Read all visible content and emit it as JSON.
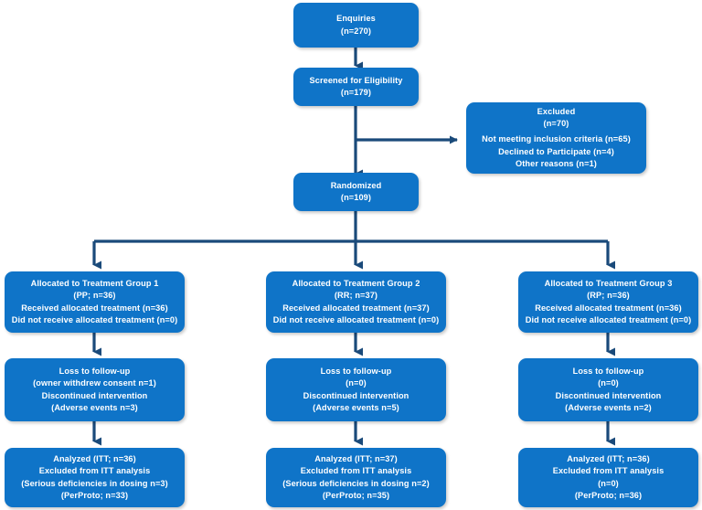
{
  "diagram": {
    "title": "CONSORT participant flow diagram",
    "colors": {
      "box_fill": "#0f74c8",
      "box_text": "#ffffff",
      "connector": "#1a4a7a",
      "background": "#ffffff"
    },
    "nodes": [
      {
        "id": "enquiries",
        "name": "enquiries-box",
        "lines": [
          "Enquiries",
          "(n=270)"
        ]
      },
      {
        "id": "screened",
        "name": "screened-for-eligibility-box",
        "lines": [
          "Screened for Eligibility",
          "(n=179)"
        ]
      },
      {
        "id": "excluded",
        "name": "excluded-box",
        "lines": [
          "Excluded",
          "(n=70)",
          "",
          "Not meeting inclusion criteria (n=65)",
          "Declined to Participate (n=4)",
          "Other reasons (n=1)"
        ]
      },
      {
        "id": "randomized",
        "name": "randomized-box",
        "lines": [
          "Randomized",
          "(n=109)"
        ]
      },
      {
        "id": "alloc1",
        "name": "allocation-group-1-box",
        "lines": [
          "Allocated to Treatment Group 1",
          "(PP; n=36)",
          "Received allocated treatment (n=36)",
          "Did not receive allocated treatment (n=0)"
        ]
      },
      {
        "id": "alloc2",
        "name": "allocation-group-2-box",
        "lines": [
          "Allocated to Treatment Group 2",
          "(RR; n=37)",
          "Received allocated treatment (n=37)",
          "Did not receive allocated treatment (n=0)"
        ]
      },
      {
        "id": "alloc3",
        "name": "allocation-group-3-box",
        "lines": [
          "Allocated to Treatment Group 3",
          "(RP; n=36)",
          "Received allocated treatment (n=36)",
          "Did not receive allocated treatment (n=0)"
        ]
      },
      {
        "id": "follow1",
        "name": "followup-group-1-box",
        "lines": [
          "Loss to follow-up",
          "(owner withdrew consent n=1)",
          "Discontinued intervention",
          "(Adverse events n=3)"
        ]
      },
      {
        "id": "follow2",
        "name": "followup-group-2-box",
        "lines": [
          "Loss to follow-up",
          "(n=0)",
          "Discontinued intervention",
          "(Adverse events n=5)"
        ]
      },
      {
        "id": "follow3",
        "name": "followup-group-3-box",
        "lines": [
          "Loss to follow-up",
          "(n=0)",
          "Discontinued intervention",
          "(Adverse events n=2)"
        ]
      },
      {
        "id": "analysis1",
        "name": "analysis-group-1-box",
        "lines": [
          "Analyzed (ITT; n=36)",
          "Excluded from ITT analysis",
          "(Serious deficiencies in dosing n=3)",
          "(PerProto; n=33)"
        ]
      },
      {
        "id": "analysis2",
        "name": "analysis-group-2-box",
        "lines": [
          "Analyzed (ITT; n=37)",
          "Excluded from ITT analysis",
          "(Serious deficiencies in dosing n=2)",
          "(PerProto; n=35)"
        ]
      },
      {
        "id": "analysis3",
        "name": "analysis-group-3-box",
        "lines": [
          "Analyzed (ITT; n=36)",
          "Excluded from ITT analysis",
          "(n=0)",
          "(PerProto; n=36)"
        ]
      }
    ]
  },
  "chart_data": {
    "type": "diagram",
    "title": "CONSORT participant flow diagram",
    "stages": [
      {
        "stage": "Enquiries",
        "n": 270
      },
      {
        "stage": "Screened for Eligibility",
        "n": 179
      },
      {
        "stage": "Excluded",
        "n": 70,
        "reasons": [
          {
            "reason": "Not meeting inclusion criteria",
            "n": 65
          },
          {
            "reason": "Declined to Participate",
            "n": 4
          },
          {
            "reason": "Other reasons",
            "n": 1
          }
        ]
      },
      {
        "stage": "Randomized",
        "n": 109
      }
    ],
    "arms": [
      {
        "arm": "Treatment Group 1",
        "code": "PP",
        "allocated": 36,
        "received_allocated_treatment": 36,
        "did_not_receive_allocated_treatment": 0,
        "loss_to_followup": 1,
        "loss_to_followup_reason": "owner withdrew consent",
        "discontinued_intervention_adverse_events": 3,
        "analyzed_itt": 36,
        "excluded_from_itt": 3,
        "excluded_from_itt_reason": "Serious deficiencies in dosing",
        "per_protocol": 33
      },
      {
        "arm": "Treatment Group 2",
        "code": "RR",
        "allocated": 37,
        "received_allocated_treatment": 37,
        "did_not_receive_allocated_treatment": 0,
        "loss_to_followup": 0,
        "loss_to_followup_reason": "",
        "discontinued_intervention_adverse_events": 5,
        "analyzed_itt": 37,
        "excluded_from_itt": 2,
        "excluded_from_itt_reason": "Serious deficiencies in dosing",
        "per_protocol": 35
      },
      {
        "arm": "Treatment Group 3",
        "code": "RP",
        "allocated": 36,
        "received_allocated_treatment": 36,
        "did_not_receive_allocated_treatment": 0,
        "loss_to_followup": 0,
        "loss_to_followup_reason": "",
        "discontinued_intervention_adverse_events": 2,
        "analyzed_itt": 36,
        "excluded_from_itt": 0,
        "excluded_from_itt_reason": "",
        "per_protocol": 36
      }
    ]
  }
}
